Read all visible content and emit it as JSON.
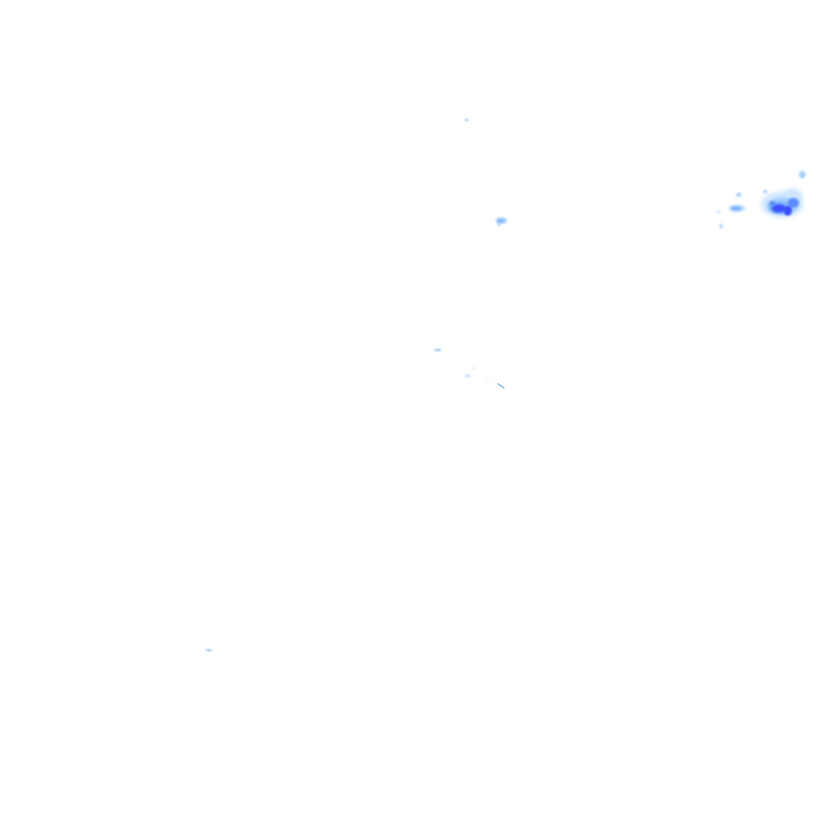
{
  "layer": {
    "type": "weather-radar-precipitation-overlay",
    "background": "transparent"
  },
  "colors": {
    "very_light": "#cfe6ff",
    "light": "#a9d1ff",
    "light_medium": "#7fb6ff",
    "medium": "#5b8cff",
    "heavy": "#3a4dff",
    "streak": "#4a9be8"
  },
  "legend_levels": [
    "very_light",
    "light",
    "light_medium",
    "medium",
    "heavy"
  ]
}
